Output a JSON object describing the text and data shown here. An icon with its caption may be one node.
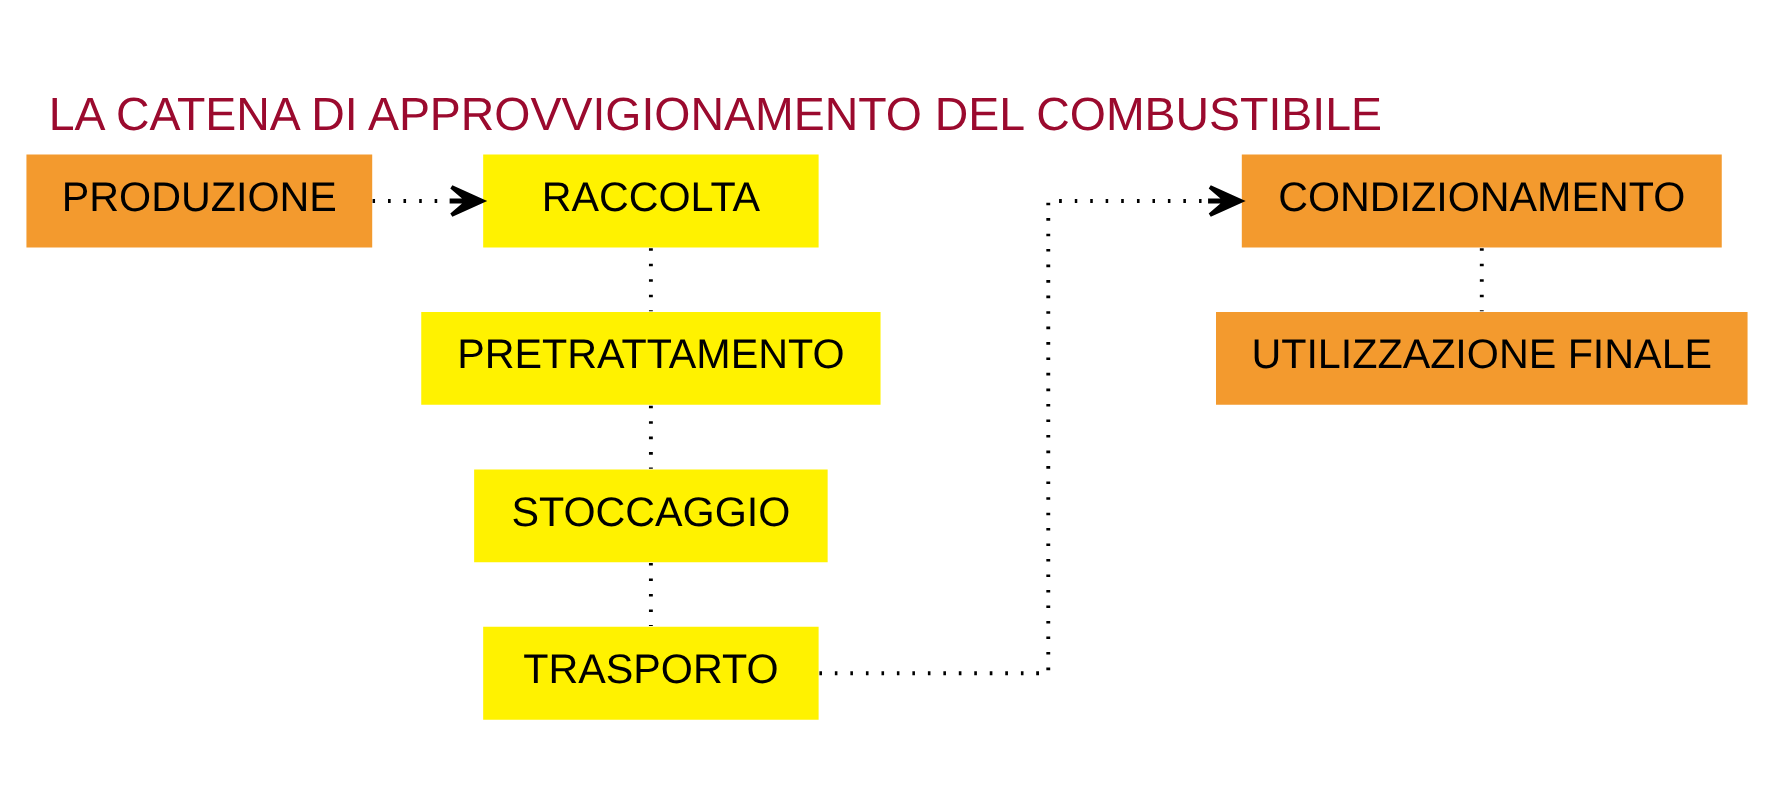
{
  "diagram": {
    "title": "LA CATENA DI APPROVVIGIONAMENTO DEL COMBUSTIBILE",
    "nodes": [
      {
        "text": [
          "PRODUZIONE"
        ]
      },
      {
        "text": [
          "RACCOLTA"
        ]
      },
      {
        "text": [
          "PRETRATTAMENTO"
        ]
      },
      {
        "text": [
          "STOCCAGGIO"
        ]
      },
      {
        "text": [
          "TRASPORTO"
        ]
      },
      {
        "text": [
          "CONDIZIONAMENTO"
        ]
      },
      {
        "text": [
          "UTILIZZAZIONE FINALE"
        ]
      }
    ],
    "edges": [
      {
        "from": 0,
        "to": 1,
        "arrow": "to",
        "style": "dashed"
      },
      {
        "from": 1,
        "to": 2,
        "arrow": "none",
        "style": "dashed"
      },
      {
        "from": 2,
        "to": 3,
        "arrow": "none",
        "style": "dashed"
      },
      {
        "from": 3,
        "to": 4,
        "arrow": "none",
        "style": "dashed"
      },
      {
        "from": 4,
        "to": 5,
        "arrow": "to",
        "style": "dashed"
      },
      {
        "from": 5,
        "to": 6,
        "arrow": "none",
        "style": "dashed"
      }
    ]
  }
}
